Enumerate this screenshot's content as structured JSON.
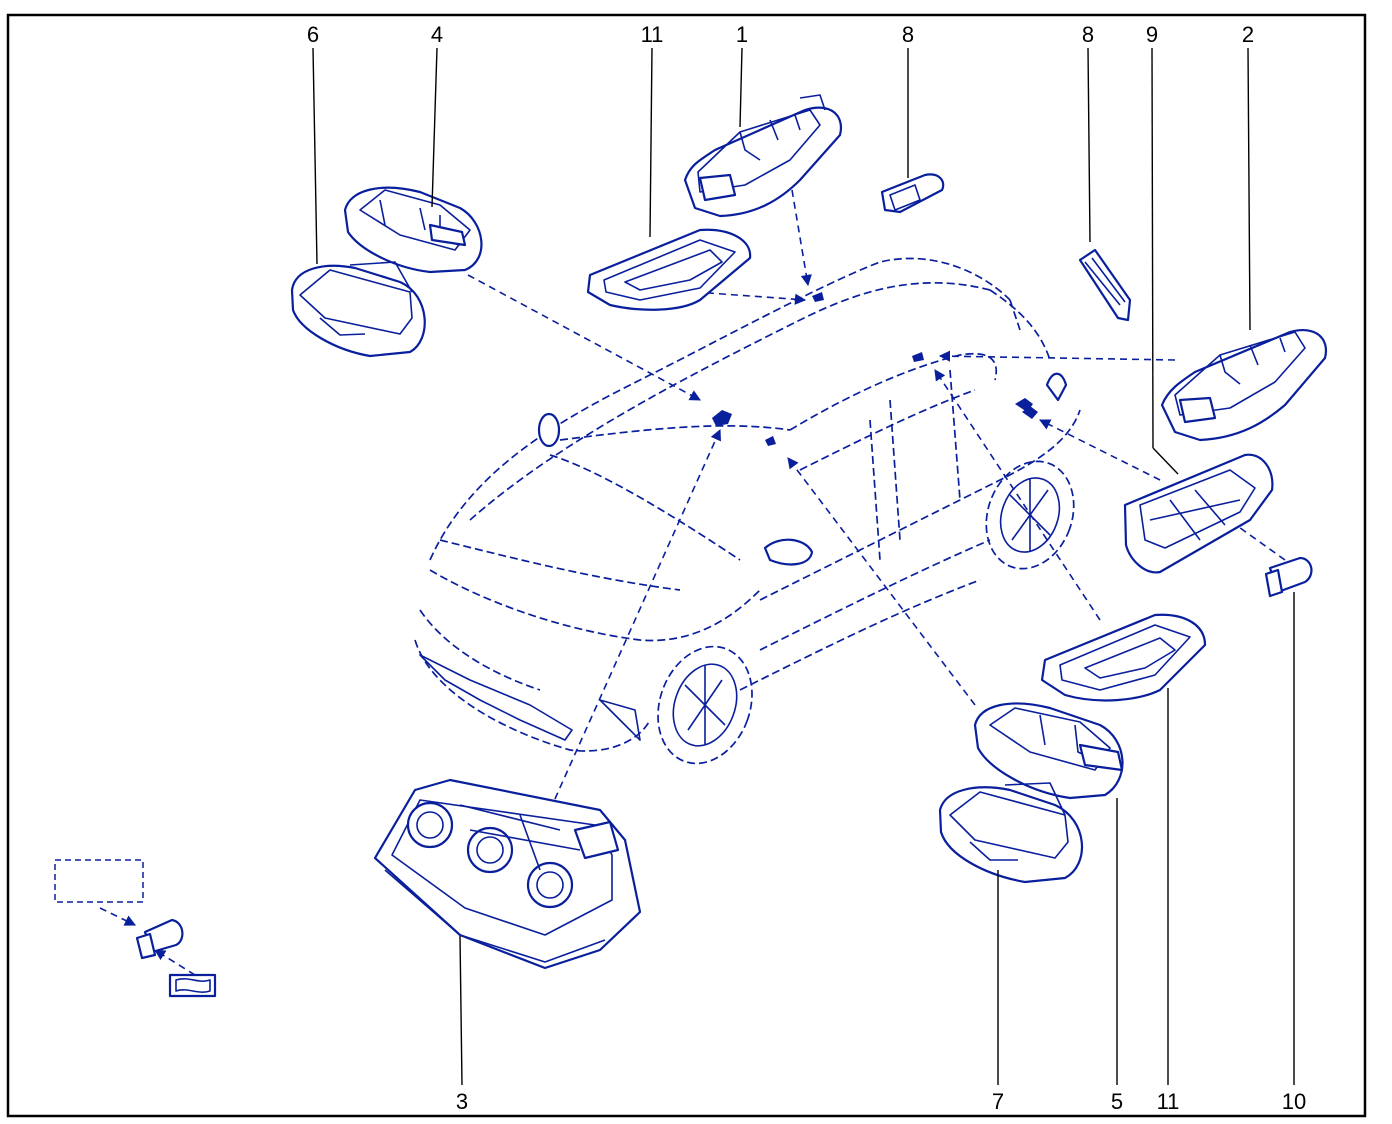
{
  "labels": {
    "callout_1": "1",
    "callout_2": "2",
    "callout_3": "3",
    "callout_4": "4",
    "callout_5": "5",
    "callout_6": "6",
    "callout_7": "7",
    "callout_8a": "8",
    "callout_8b": "8",
    "callout_9": "9",
    "callout_10a": "10",
    "callout_11a": "11",
    "callout_11b": "11"
  },
  "colors": {
    "line_art": "#0a1f9c",
    "frame": "#000000",
    "background": "#ffffff"
  }
}
